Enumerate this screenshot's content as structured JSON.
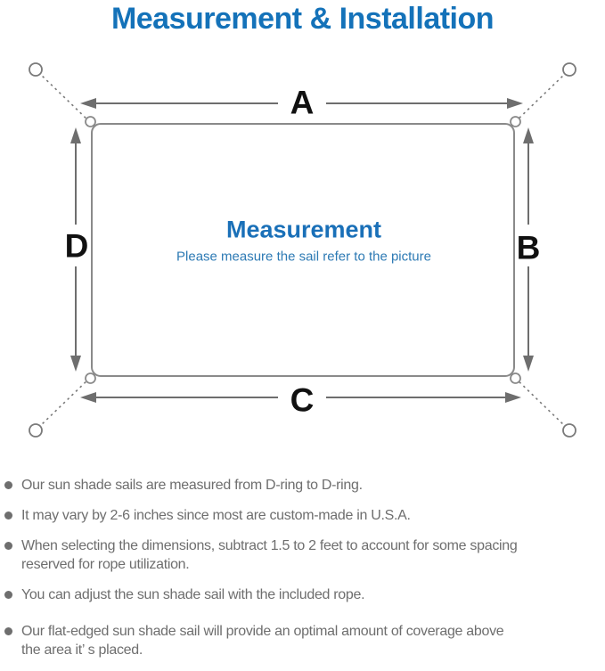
{
  "title": "Measurement & Installation",
  "diagram": {
    "dim_a": "A",
    "dim_b": "B",
    "dim_c": "C",
    "dim_d": "D",
    "center_heading": "Measurement",
    "center_subtitle": "Please measure the sail refer to the picture"
  },
  "bullets": [
    "Our sun shade sails are measured from D-ring to D-ring.",
    "It may vary by 2-6 inches since most are custom-made in U.S.A.",
    "When selecting the dimensions, subtract 1.5 to 2 feet to account for some spacing\nreserved for rope utilization.",
    "You can adjust the sun shade sail with the included rope.",
    "Our flat-edged sun shade sail will provide an optimal amount of coverage above\nthe area it’ s placed."
  ],
  "colors": {
    "title_blue": "#1472b9",
    "heading_blue": "#1a70b8",
    "subtitle_blue": "#2d7ab4",
    "text_gray": "#6e6e6e",
    "line_gray": "#8a8a8a",
    "arrow_gray": "#6e6e6e",
    "anchor_gray": "#7a7a7a",
    "label_black": "#111111"
  }
}
